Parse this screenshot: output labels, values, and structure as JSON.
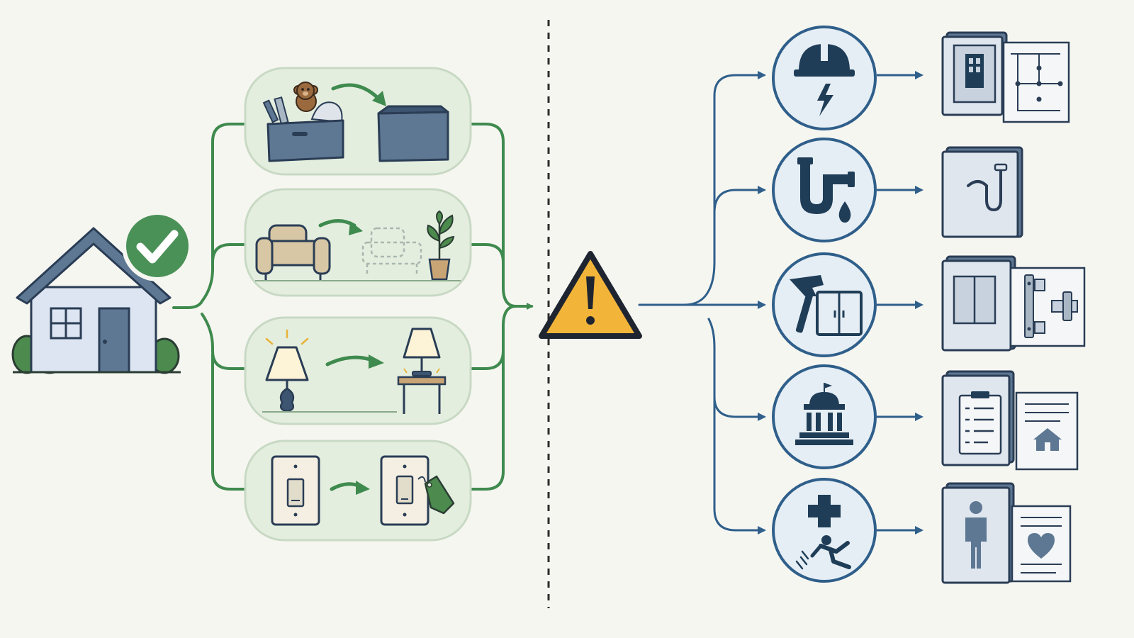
{
  "colors": {
    "background": "#f6f6f1",
    "green": "#3f8a4e",
    "green_fill": "#e4eedf",
    "blue": "#2f5f8a",
    "navy": "#1f3d57",
    "circle_fill": "#e6eef5",
    "warning_yellow": "#f2b53a",
    "slate": "#5e7893",
    "house_wall": "#dce5f1"
  },
  "left_section": {
    "start": {
      "icon": "house-icon",
      "badge": "checkmark-icon"
    },
    "tasks": [
      {
        "id": "declutter",
        "from_icon": "filled-storage-box-icon",
        "to_icon": "empty-storage-box-icon"
      },
      {
        "id": "furniture",
        "from_icon": "armchair-icon",
        "to_icon": "moved-armchair-outline-icon"
      },
      {
        "id": "lighting",
        "from_icon": "floor-lamp-icon",
        "to_icon": "table-lamp-icon"
      },
      {
        "id": "fixtures",
        "from_icon": "light-switch-icon",
        "to_icon": "tagged-light-switch-icon"
      }
    ]
  },
  "divider": {
    "style": "dashed"
  },
  "center": {
    "icon": "warning-triangle-icon"
  },
  "right_section": {
    "categories": [
      {
        "id": "electrical",
        "icon": "hardhat-lightning-icon",
        "doc_icon": "electrical-panel-manual-icon"
      },
      {
        "id": "plumbing",
        "icon": "pipe-water-drop-icon",
        "doc_icon": "plumbing-manual-icon"
      },
      {
        "id": "structural",
        "icon": "hammer-cabinet-icon",
        "doc_icon": "cabinet-hinge-manual-icon"
      },
      {
        "id": "permits",
        "icon": "government-building-icon",
        "doc_icon": "permit-checklist-icon"
      },
      {
        "id": "safety",
        "icon": "first-aid-fall-icon",
        "doc_icon": "health-document-icon"
      }
    ]
  }
}
